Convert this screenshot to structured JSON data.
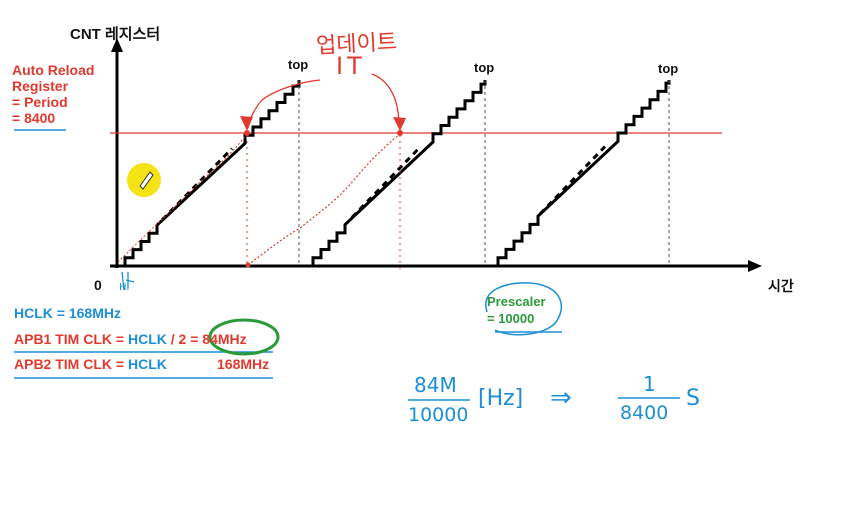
{
  "axis": {
    "y_label": "CNT 레지스터",
    "x_label": "시간",
    "origin": "0"
  },
  "auto_reload": {
    "line1": "Auto Reload",
    "line2": "Register",
    "line3": "= Period",
    "line4": "= 8400"
  },
  "top_labels": [
    "top",
    "top",
    "top"
  ],
  "annotation": {
    "update_text": "업데이트",
    "it_text": "IT",
    "tick_mark": "Hi"
  },
  "prescaler": {
    "label": "Prescaler",
    "value": "= 10000"
  },
  "clocks": {
    "hclk": "HCLK = 168MHz",
    "apb1_prefix": "APB1 TIM CLK = ",
    "apb1_hclk": "HCLK",
    "apb1_div": " / 2 = ",
    "apb1_value": "84MHz",
    "apb2_prefix": "APB2 TIM CLK = ",
    "apb2_hclk": "HCLK",
    "apb2_value": "168MHz"
  },
  "formula": {
    "numerator": "84M",
    "denominator": "10000",
    "unit": "[Hz]",
    "arrow": "⇒",
    "result_num": "1",
    "result_den": "8400",
    "result_unit": "S"
  },
  "colors": {
    "red": "#e03a2f",
    "blue": "#1c8fd6",
    "green": "#2a9a3a",
    "black": "#111111",
    "cursor": "#f5e10a"
  }
}
